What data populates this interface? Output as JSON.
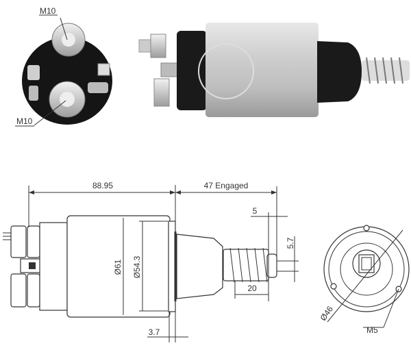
{
  "photo_labels": {
    "terminal_top": "M10",
    "terminal_bottom": "M10"
  },
  "dimensions": {
    "overall_length": "88.95",
    "engaged_travel": "47 Engaged",
    "plunger_tip": "5",
    "plunger_height": "5.7",
    "spring_length": "20",
    "flange_thickness": "3.7",
    "body_diameter": "Ø61",
    "inner_diameter": "Ø54.3",
    "bolt_circle": "Ø46",
    "mount_thread": "M5"
  },
  "colors": {
    "line": "#333333",
    "body_silver": "#c8c8c8",
    "black_part": "#1a1a1a"
  }
}
